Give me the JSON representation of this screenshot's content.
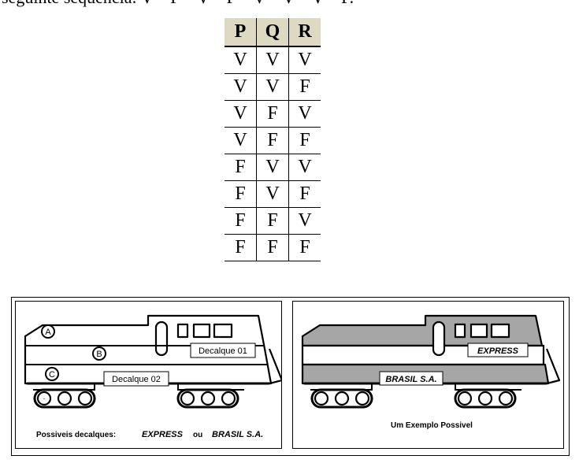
{
  "intro_text": "seguinte sequência: V – F – V – F – V – V – V – F.",
  "truth_table": {
    "headers": [
      "P",
      "Q",
      "R"
    ],
    "rows": [
      [
        "V",
        "V",
        "V"
      ],
      [
        "V",
        "V",
        "F"
      ],
      [
        "V",
        "F",
        "V"
      ],
      [
        "V",
        "F",
        "F"
      ],
      [
        "F",
        "V",
        "V"
      ],
      [
        "F",
        "V",
        "F"
      ],
      [
        "F",
        "F",
        "V"
      ],
      [
        "F",
        "F",
        "F"
      ]
    ]
  },
  "figure": {
    "left_panel": {
      "section_labels": [
        "A",
        "B",
        "C"
      ],
      "decal_1_label": "Decalque 01",
      "decal_2_label": "Decalque 02",
      "caption_prefix": "Possiveis decalques:",
      "option_1": "EXPRESS",
      "caption_joiner": "ou",
      "option_2": "BRASIL S.A."
    },
    "right_panel": {
      "decal_top": "EXPRESS",
      "decal_bottom": "BRASIL S.A.",
      "caption": "Um Exemplo Possivel"
    },
    "colors": {
      "filled_section": "#a6a6a6",
      "outline": "#000000",
      "table_header": "#ddd9c3"
    }
  }
}
